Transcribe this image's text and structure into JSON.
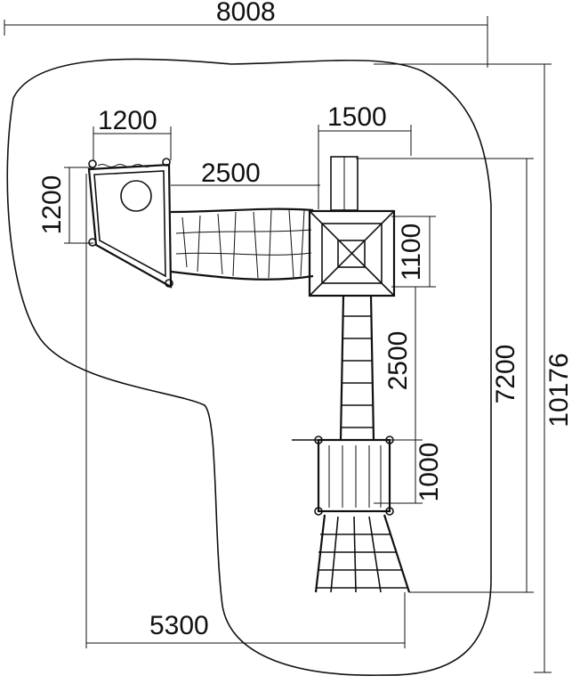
{
  "dimensions": {
    "overall_width": "8008",
    "overall_height": "10176",
    "frame_height": "7200",
    "left_width": "5300",
    "platform_a_width": "1200",
    "platform_a_depth": "1200",
    "bridge_length": "2500",
    "tower_width": "1500",
    "tower_depth": "1100",
    "ladder_length": "2500",
    "lower_platform_depth": "1000"
  }
}
